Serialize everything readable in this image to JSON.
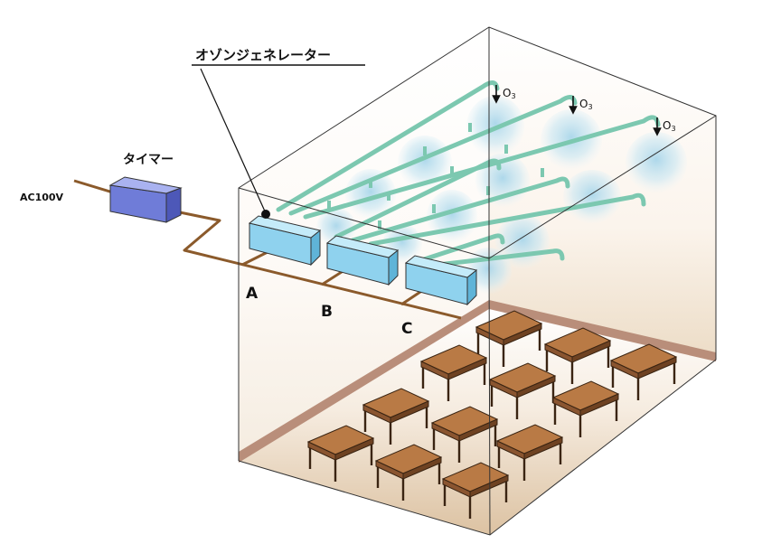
{
  "labels": {
    "generator": "オゾンジェネレーター",
    "timer": "タイマー",
    "power": "AC100V",
    "unit_a": "A",
    "unit_b": "B",
    "unit_c": "C",
    "ozone": "O",
    "ozone_sub": "3"
  },
  "counts": {
    "generators": 3,
    "desks": 12,
    "ozone_outlets": 3
  },
  "colors": {
    "pipe": "#7cc8b0",
    "generator": "#8fd2ee",
    "timer": "#7b86e0",
    "cable": "#8b5a2b",
    "desk": "#b97a45",
    "floor_top": "#ffffff",
    "floor_bottom": "#dcc2a2",
    "baseboard": "#b98e7a",
    "mist": "#bfe0ee"
  }
}
